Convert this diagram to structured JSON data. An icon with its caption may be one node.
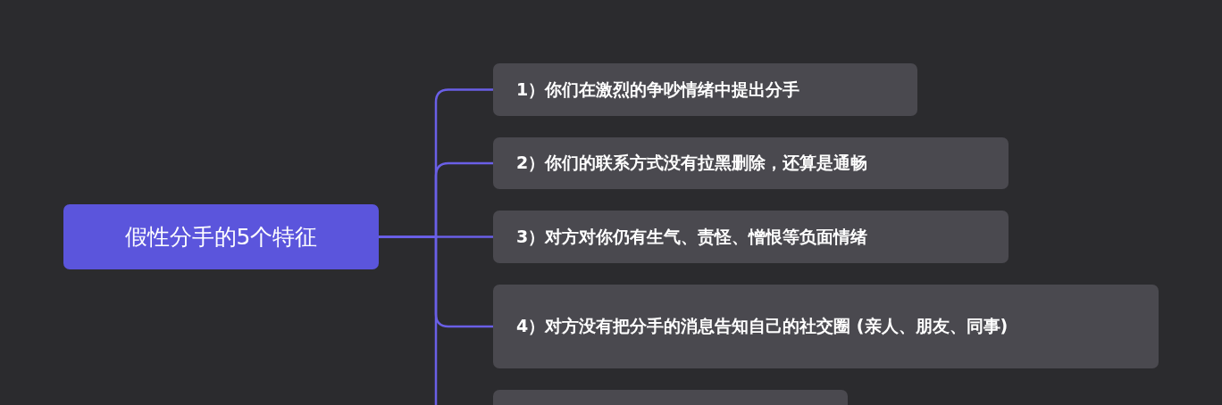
{
  "diagram": {
    "nodes": [
      {
        "text": [
          "假性分手的5个特征"
        ]
      },
      {
        "text": [
          "1）你们在激烈的争吵情绪中提出分手"
        ]
      },
      {
        "text": [
          "2）你们的联系方式没有拉黑删除，还算是通畅"
        ]
      },
      {
        "text": [
          "3）对方对你仍有生气、责怪、憎恨等负面情绪"
        ]
      },
      {
        "text": [
          "4）对方没有把分手的消息告知自己的社交圈 (亲人、朋友、同事)"
        ]
      },
      {
        "text": [],
        "shape": "box"
      }
    ],
    "edges": [
      {
        "from": 0,
        "to": 1,
        "arrow": "none"
      },
      {
        "from": 0,
        "to": 2,
        "arrow": "none"
      },
      {
        "from": 0,
        "to": 3,
        "arrow": "none"
      },
      {
        "from": 0,
        "to": 4,
        "arrow": "none"
      },
      {
        "from": 0,
        "to": 5,
        "arrow": "none"
      }
    ]
  }
}
